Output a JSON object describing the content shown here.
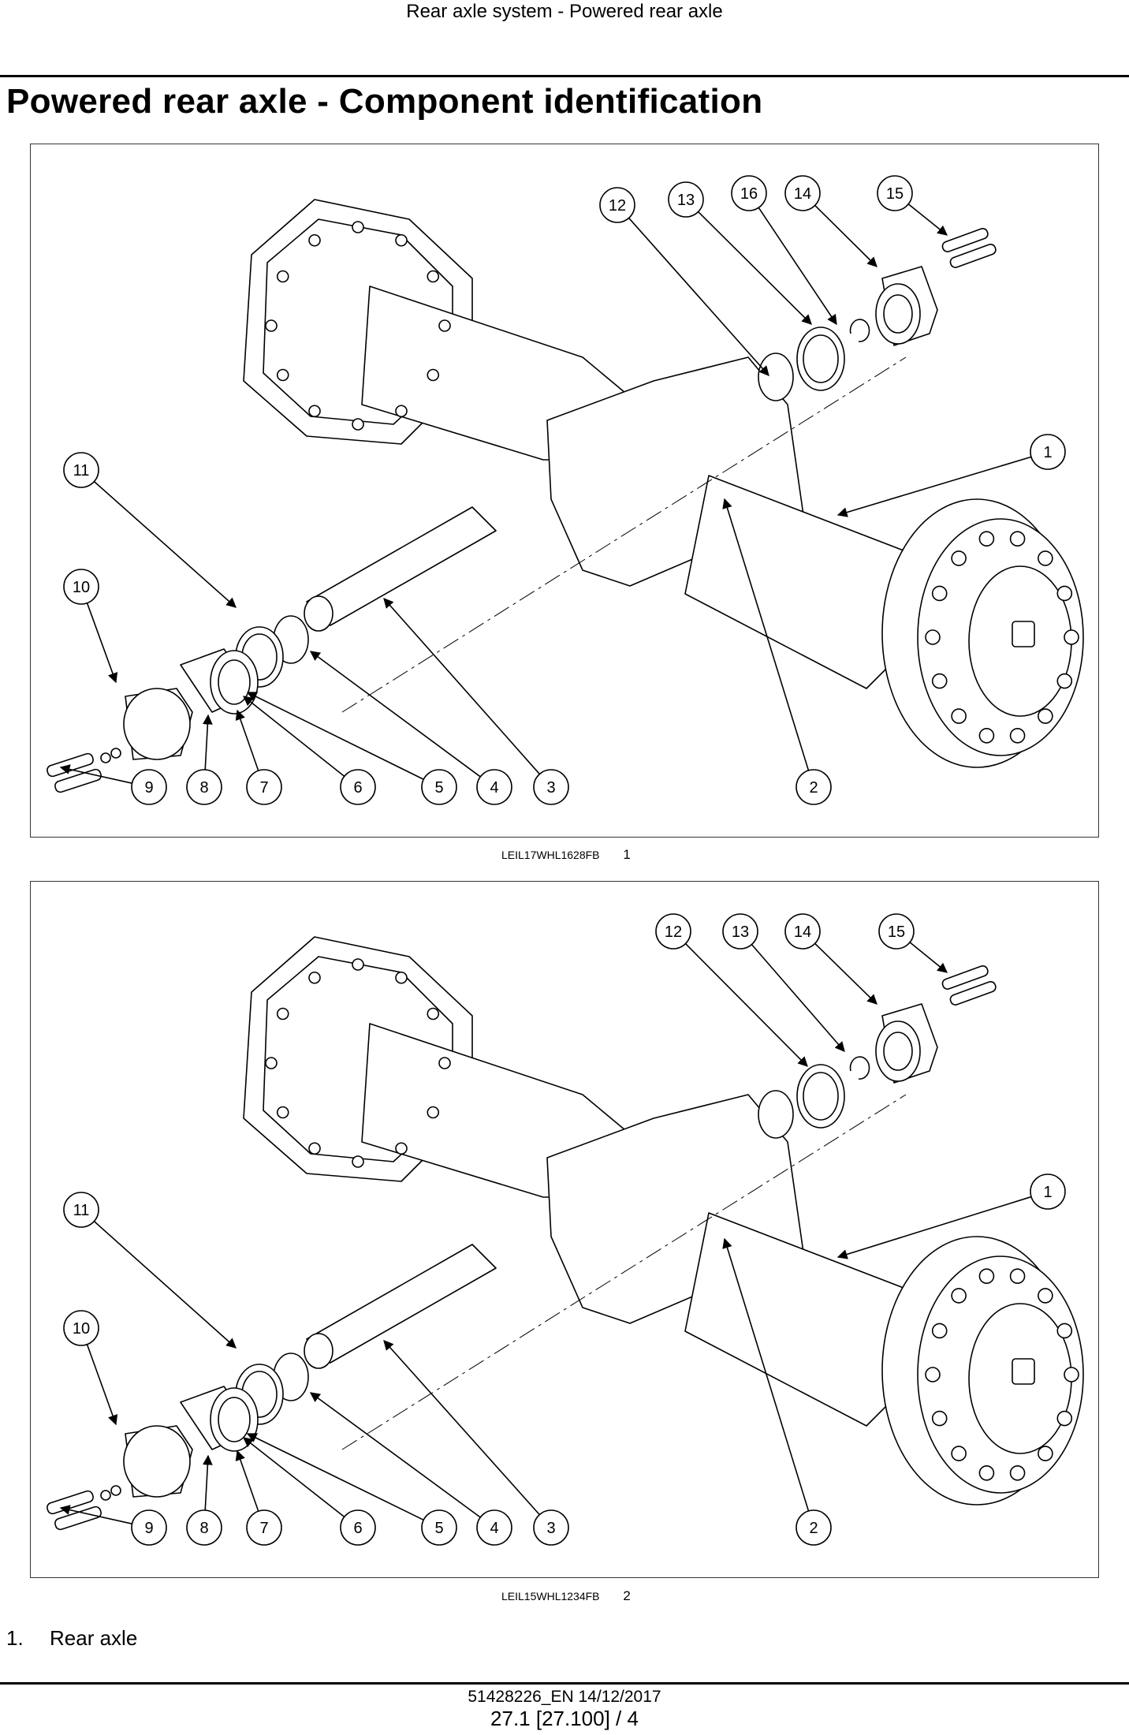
{
  "header": {
    "running_title": "Rear axle system - Powered rear axle"
  },
  "section": {
    "title": "Powered rear axle - Component identification"
  },
  "figures": [
    {
      "image_code": "LEIL17WHL1628FB",
      "figure_number": "1",
      "callouts": [
        "1",
        "2",
        "3",
        "4",
        "5",
        "6",
        "7",
        "8",
        "9",
        "10",
        "11",
        "12",
        "13",
        "14",
        "15",
        "16"
      ]
    },
    {
      "image_code": "LEIL15WHL1234FB",
      "figure_number": "2",
      "callouts": [
        "1",
        "2",
        "3",
        "4",
        "5",
        "6",
        "7",
        "8",
        "9",
        "10",
        "11",
        "12",
        "13",
        "14",
        "15"
      ]
    }
  ],
  "legend": [
    {
      "index": "1.",
      "label": "Rear axle"
    }
  ],
  "footer": {
    "doc_ref": "51428226_EN 14/12/2017",
    "page_ref": "27.1 [27.100] / 4"
  }
}
